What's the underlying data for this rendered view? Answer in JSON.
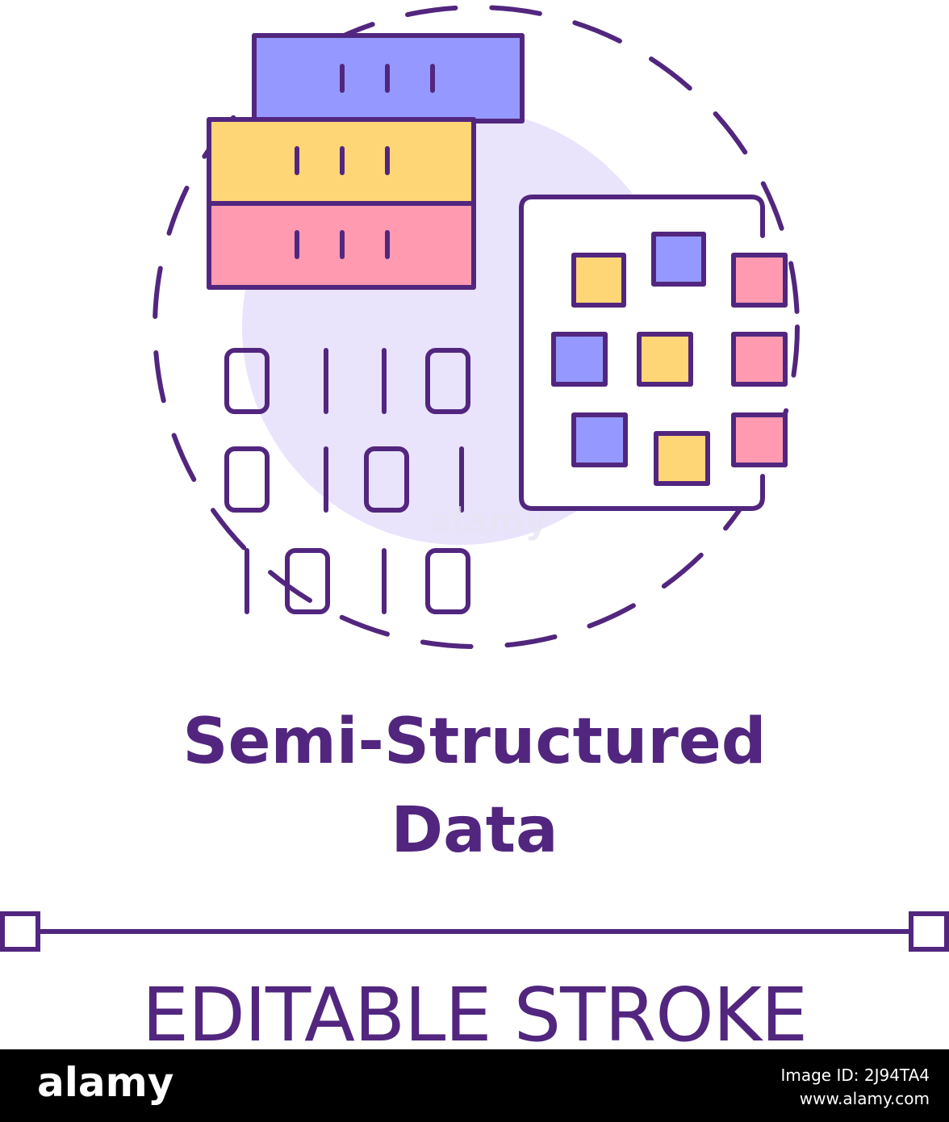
{
  "title_line1": "Semi-Structured",
  "title_line2": "Data",
  "subtitle": "EDITABLE STROKE",
  "watermark": "alamy",
  "footer": {
    "logo": "alamy",
    "image_id_line": "Image ID: 2J94TA4",
    "site": "www.alamy.com"
  },
  "binary_rows": [
    "0110",
    "0101",
    "1010"
  ],
  "icons": [
    "database-icon",
    "binary-code-icon",
    "grid-squares-icon",
    "dashed-circle-icon",
    "stroke-line-icon"
  ],
  "colors": {
    "stroke": "#52267f",
    "blue": "#9599ff",
    "yellow": "#ffd675",
    "pink": "#ff9ab1",
    "bg_circle": "#e9e4fc"
  }
}
